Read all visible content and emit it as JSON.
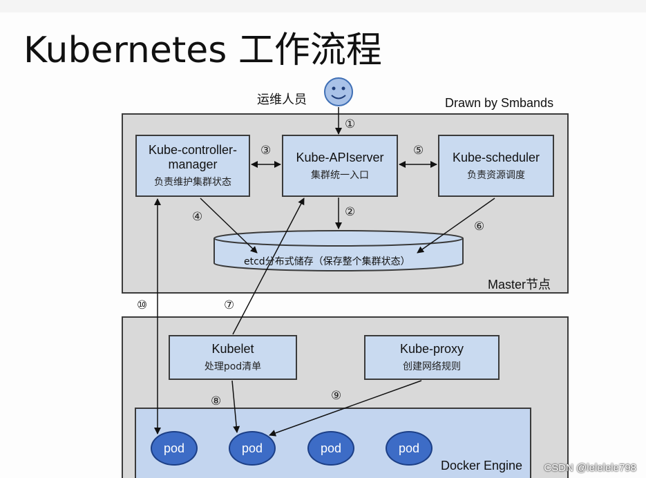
{
  "title": "Kubernetes 工作流程",
  "credit": "Drawn by Smbands",
  "operator": {
    "label": "运维人员",
    "icon": "smiley-face-icon"
  },
  "master": {
    "label": "Master节点",
    "controller": {
      "name": "Kube-controller-manager",
      "name_line1": "Kube-controller-",
      "name_line2": "manager",
      "desc": "负责维护集群状态"
    },
    "apiserver": {
      "name": "Kube-APIserver",
      "desc": "集群统一入口"
    },
    "scheduler": {
      "name": "Kube-scheduler",
      "desc": "负责资源调度"
    },
    "etcd": {
      "label": "etcd分布式储存（保存整个集群状态）"
    }
  },
  "node": {
    "kubelet": {
      "name": "Kubelet",
      "desc": "处理pod清单"
    },
    "proxy": {
      "name": "Kube-proxy",
      "desc": "创建网络规则"
    },
    "docker": {
      "label": "Docker Engine"
    },
    "pods": [
      "pod",
      "pod",
      "pod",
      "pod"
    ]
  },
  "steps": {
    "s1": "①",
    "s2": "②",
    "s3": "③",
    "s4": "④",
    "s5": "⑤",
    "s6": "⑥",
    "s7": "⑦",
    "s8": "⑧",
    "s9": "⑨",
    "s10": "⑩"
  },
  "watermark": "CSDN @lelelele798",
  "colors": {
    "box_fill": "#c9daf0",
    "panel_fill": "#d9d9d9",
    "pod_fill": "#3d6cc6",
    "docker_fill": "#c3d5ef"
  }
}
